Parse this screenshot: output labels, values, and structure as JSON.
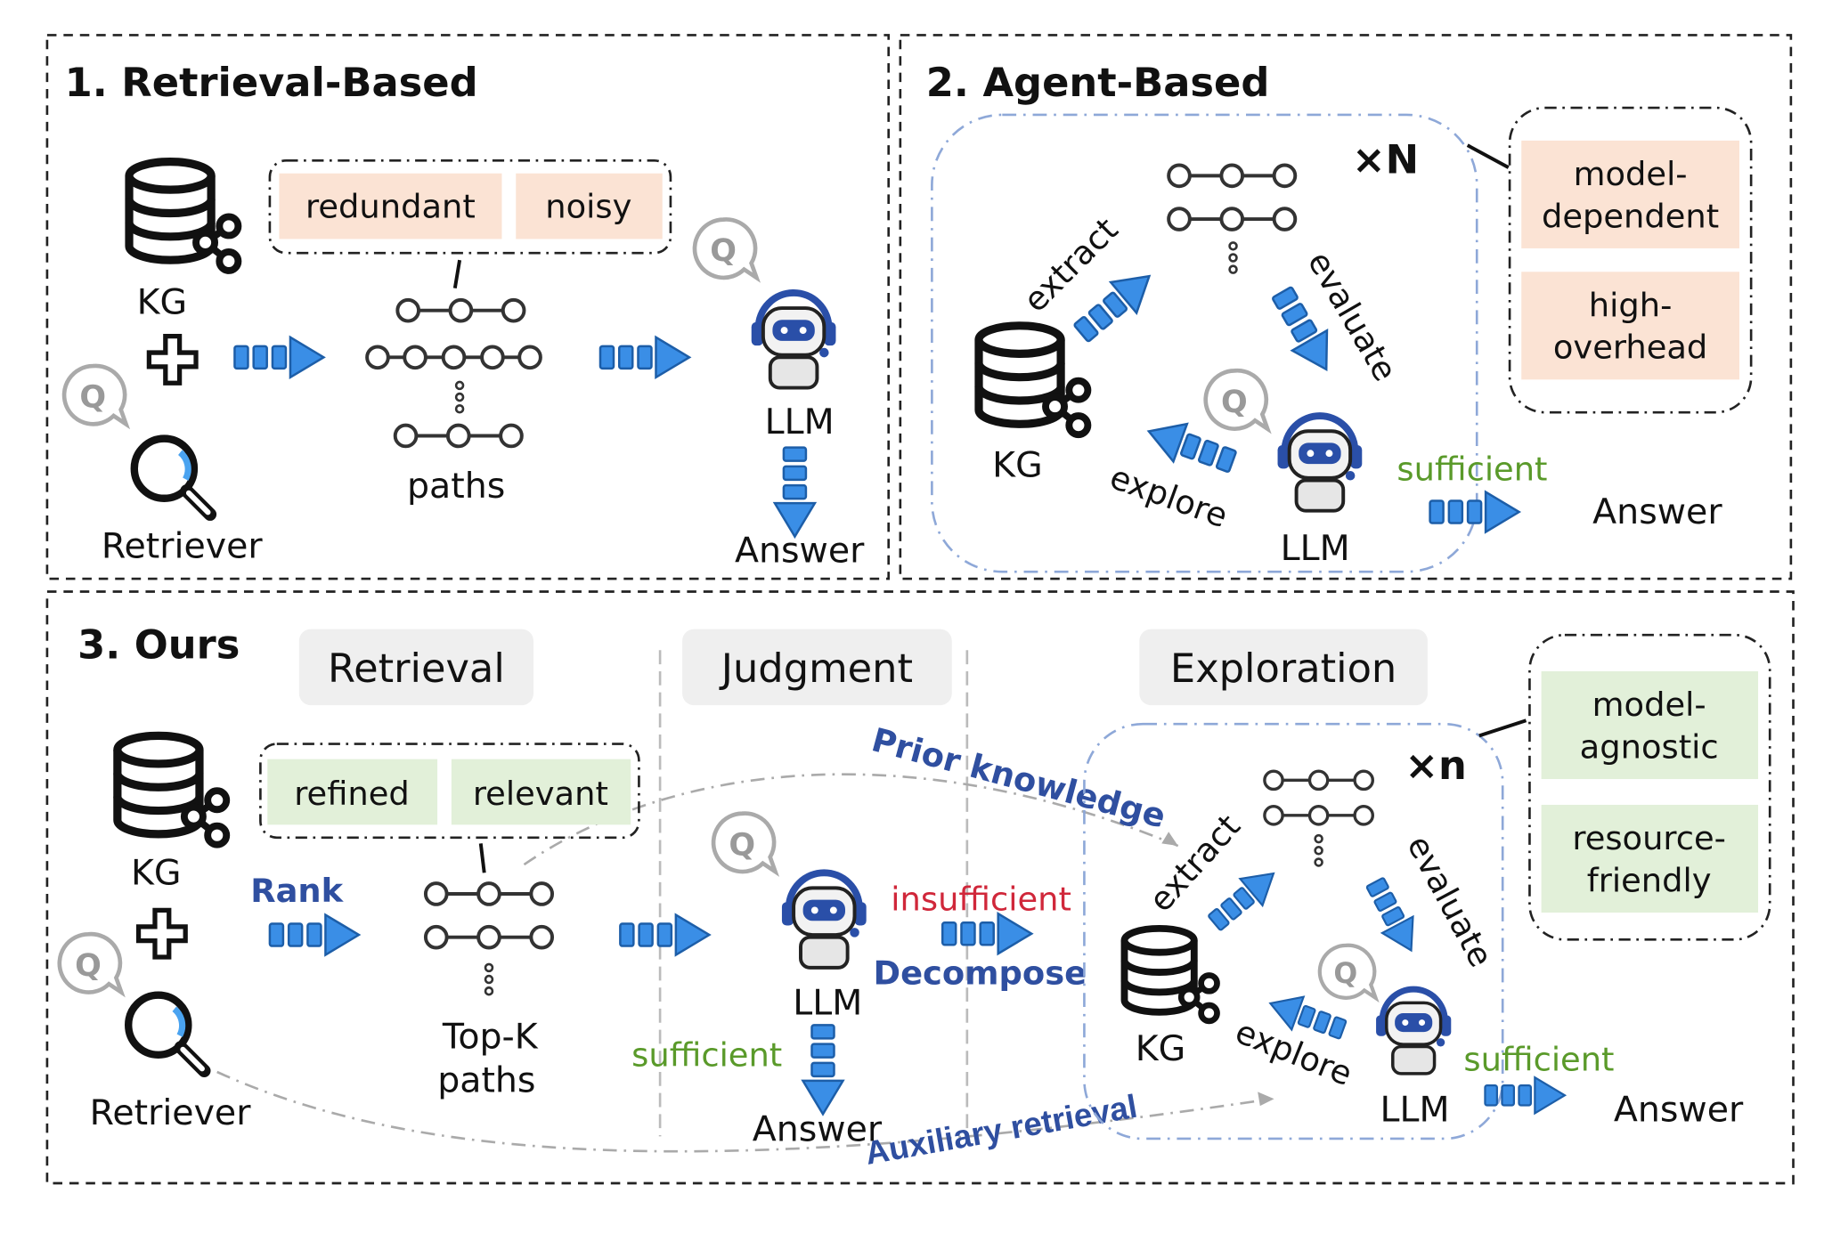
{
  "panel1": {
    "title": "1. Retrieval-Based",
    "tags": [
      "redundant",
      "noisy"
    ],
    "kg": "KG",
    "retriever": "Retriever",
    "paths": "paths",
    "llm": "LLM",
    "answer": "Answer",
    "q": "Q"
  },
  "panel2": {
    "title": "2. Agent-Based",
    "repeat": "×N",
    "tags": [
      [
        "model-",
        "dependent"
      ],
      [
        "high-",
        "overhead"
      ]
    ],
    "extract": "extract",
    "evaluate": "evaluate",
    "explore": "explore",
    "kg": "KG",
    "llm": "LLM",
    "sufficient": "sufficient",
    "answer": "Answer",
    "q": "Q"
  },
  "panel3": {
    "title": "3. Ours",
    "stages": [
      "Retrieval",
      "Judgment",
      "Exploration"
    ],
    "tags": [
      "refined",
      "relevant"
    ],
    "kg": "KG",
    "retriever": "Retriever",
    "rank": "Rank",
    "topk": [
      "Top-K",
      "paths"
    ],
    "llm": "LLM",
    "sufficient": "sufficient",
    "answer": "Answer",
    "insufficient": "insufficient",
    "decompose": "Decompose",
    "prior": "Prior knowledge",
    "auxiliary": "Auxiliary retrieval",
    "repeat": "×n",
    "right_tags": [
      [
        "model-",
        "agnostic"
      ],
      [
        "resource-",
        "friendly"
      ]
    ],
    "extract": "extract",
    "evaluate": "evaluate",
    "explore": "explore",
    "kg2": "KG",
    "llm2": "LLM",
    "sufficient2": "sufficient",
    "answer2": "Answer",
    "q": "Q"
  },
  "colors": {
    "negative_tag": "#fbe3d4",
    "positive_tag": "#e2f0d9",
    "arrow_blue": "#3a8ee6",
    "stage_header": "#efefef",
    "sufficient_green": "#5a9a2a",
    "insufficient_red": "#d0273a",
    "annotation_blue": "#2f4fa0"
  }
}
